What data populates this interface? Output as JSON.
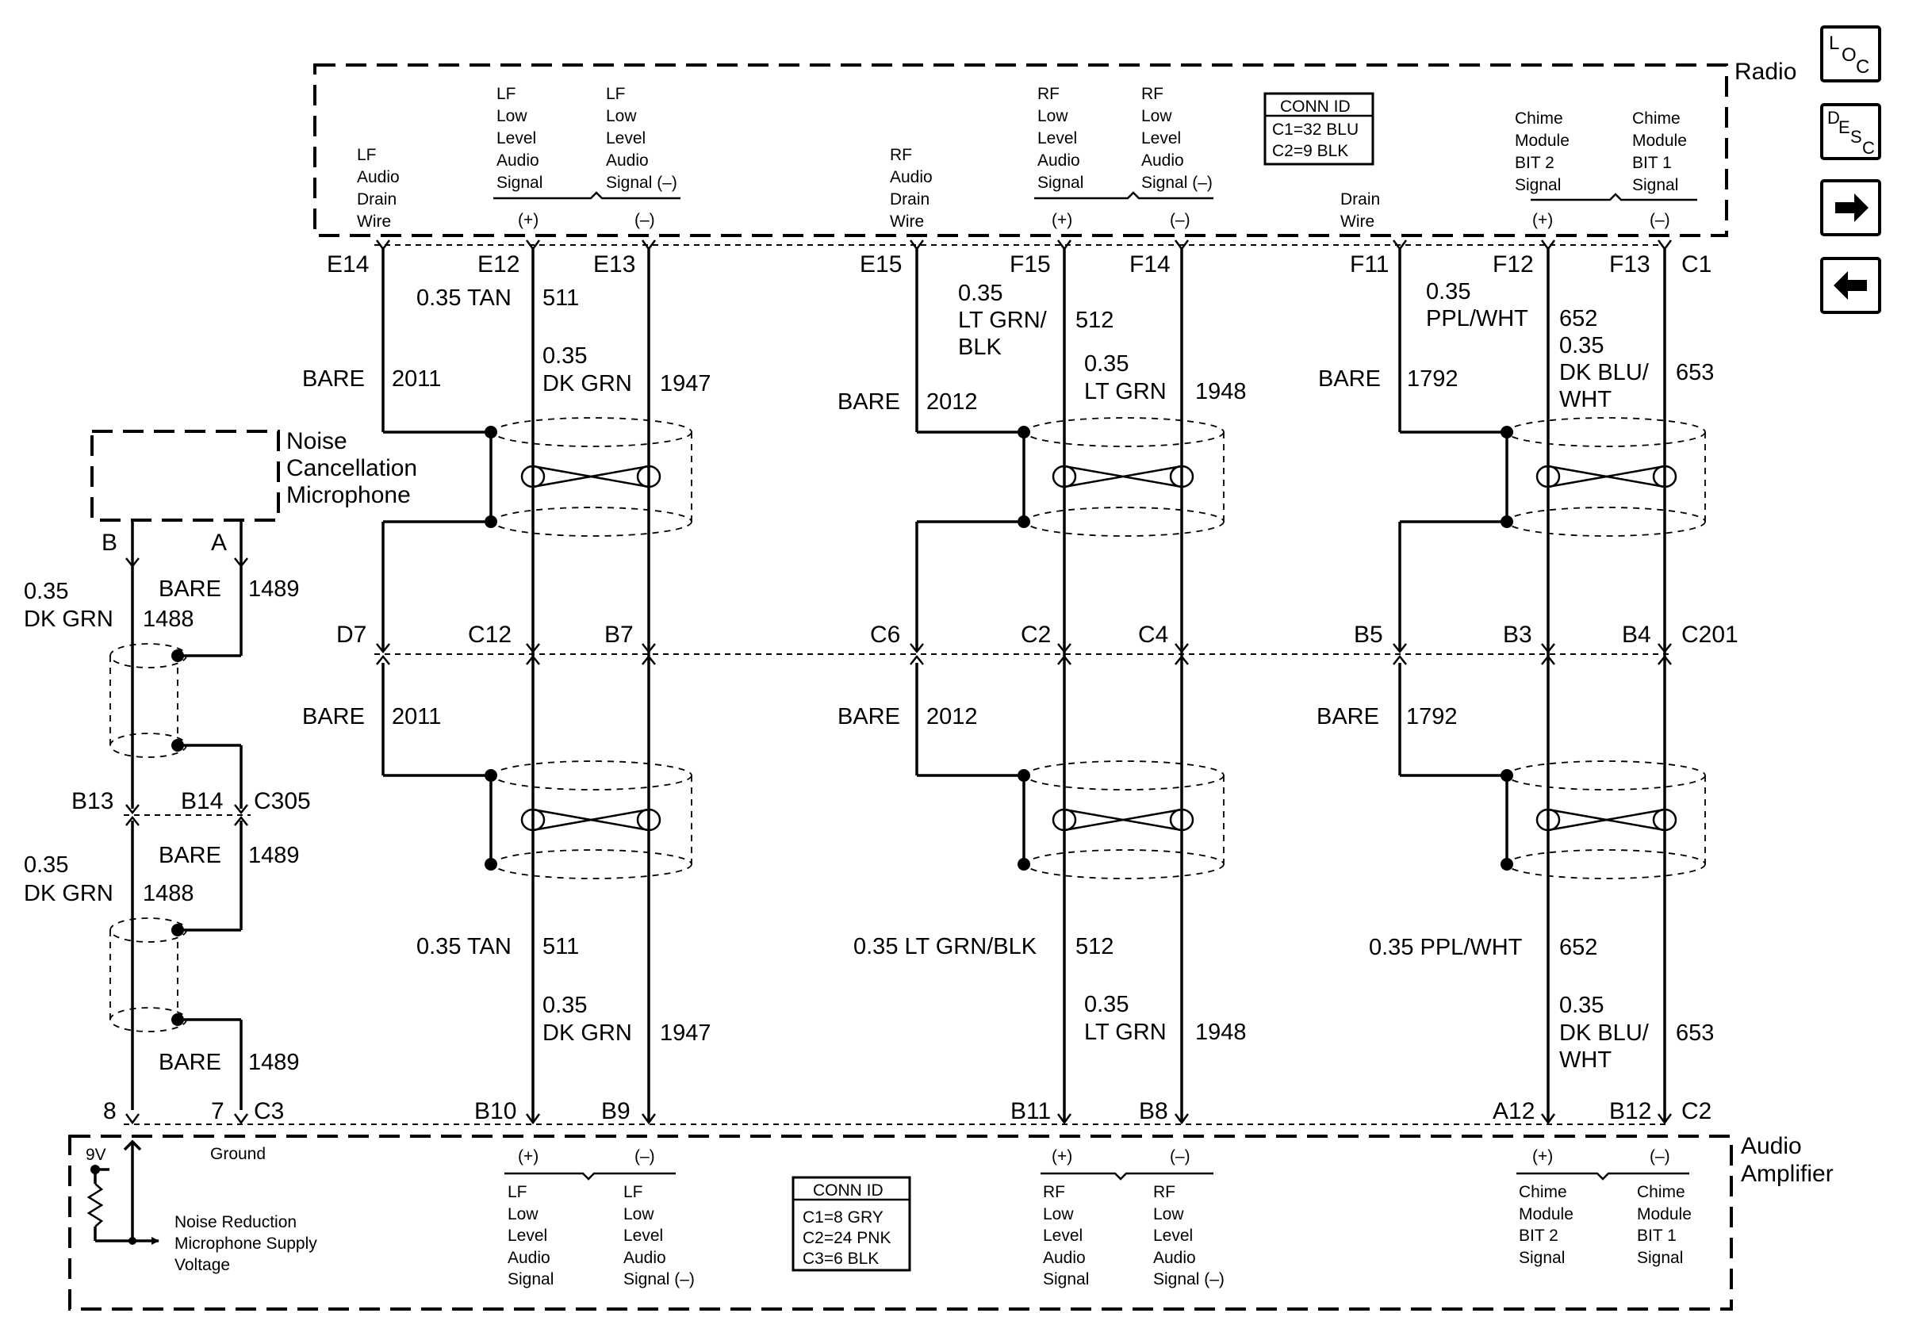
{
  "components": {
    "radio": "Radio",
    "amplifier": [
      "Audio",
      "Amplifier"
    ],
    "microphone": [
      "Noise",
      "Cancellation",
      "Microphone"
    ]
  },
  "conn_id_radio": [
    "CONN ID",
    "C1=32 BLU",
    "C2=9 BLK"
  ],
  "conn_id_amp": [
    "CONN ID",
    "C1=8 GRY",
    "C2=24 PNK",
    "C3=6 BLK"
  ],
  "radio_pin_labels": {
    "lf_drain": [
      "LF",
      "Audio",
      "Drain",
      "Wire"
    ],
    "lf_pos": [
      "LF",
      "Low",
      "Level",
      "Audio",
      "Signal"
    ],
    "lf_neg": [
      "LF",
      "Low",
      "Level",
      "Audio",
      "Signal (–)"
    ],
    "rf_drain": [
      "RF",
      "Audio",
      "Drain",
      "Wire"
    ],
    "rf_pos": [
      "RF",
      "Low",
      "Level",
      "Audio",
      "Signal"
    ],
    "rf_neg": [
      "RF",
      "Low",
      "Level",
      "Audio",
      "Signal (–)"
    ],
    "drain": [
      "Drain",
      "Wire"
    ],
    "chime2": [
      "Chime",
      "Module",
      "BIT 2",
      "Signal"
    ],
    "chime1": [
      "Chime",
      "Module",
      "BIT 1",
      "Signal"
    ]
  },
  "amp_pin_labels": {
    "lf_pos": [
      "LF",
      "Low",
      "Level",
      "Audio",
      "Signal"
    ],
    "lf_neg": [
      "LF",
      "Low",
      "Level",
      "Audio",
      "Signal (–)"
    ],
    "rf_pos": [
      "RF",
      "Low",
      "Level",
      "Audio",
      "Signal"
    ],
    "rf_neg": [
      "RF",
      "Low",
      "Level",
      "Audio",
      "Signal (–)"
    ],
    "chime2": [
      "Chime",
      "Module",
      "BIT 2",
      "Signal"
    ],
    "chime1": [
      "Chime",
      "Module",
      "BIT 1",
      "Signal"
    ],
    "ground": "Ground",
    "nr_supply": [
      "Noise Reduction",
      "Microphone Supply",
      "Voltage"
    ],
    "nine_volt": "9V"
  },
  "polarity": {
    "pos": "(+)",
    "neg": "(–)"
  },
  "radio_pins": {
    "E14": "E14",
    "E12": "E12",
    "E13": "E13",
    "E15": "E15",
    "F15": "F15",
    "F14": "F14",
    "F11": "F11",
    "F12": "F12",
    "F13": "F13",
    "C1": "C1"
  },
  "c201_pins": {
    "D7": "D7",
    "C12": "C12",
    "B7": "B7",
    "C6": "C6",
    "C2": "C2",
    "C4": "C4",
    "B5": "B5",
    "B3": "B3",
    "B4": "B4",
    "C201": "C201"
  },
  "amp_pins": {
    "p8": "8",
    "p7": "7",
    "C3": "C3",
    "B10": "B10",
    "B9": "B9",
    "B11": "B11",
    "B8": "B8",
    "A12": "A12",
    "B12": "B12",
    "C2": "C2"
  },
  "mic_pins": {
    "B": "B",
    "A": "A",
    "B13": "B13",
    "B14": "B14",
    "C305": "C305"
  },
  "wires": {
    "bare": "BARE",
    "c2011": "2011",
    "c2012": "2012",
    "c1792": "1792",
    "c511": "511",
    "c1947": "1947",
    "c512": "512",
    "c1948": "1948",
    "c652": "652",
    "c653": "653",
    "c1488": "1488",
    "c1489": "1489",
    "tan": "0.35 TAN",
    "dkgrn": [
      "0.35",
      "DK GRN"
    ],
    "ltgrnblk_top": [
      "0.35",
      "LT GRN/",
      "BLK"
    ],
    "ltgrnblk_bot": "0.35 LT GRN/BLK",
    "ltgrn": [
      "0.35",
      "LT GRN"
    ],
    "pplwht_top": [
      "0.35",
      "PPL/WHT"
    ],
    "pplwht_bot": "0.35 PPL/WHT",
    "dkbluwht": [
      "0.35",
      "DK BLU/",
      "WHT"
    ]
  },
  "nav": {
    "loc": {
      "L": "L",
      "O": "O",
      "C": "C"
    },
    "desc": {
      "D": "D",
      "E": "E",
      "S": "S",
      "C": "C"
    }
  }
}
